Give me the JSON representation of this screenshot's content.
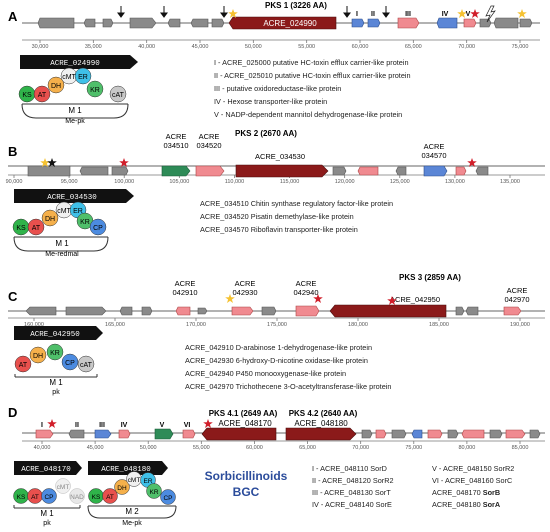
{
  "panels": [
    {
      "letter": "A",
      "title": "PKS 1 (3226 AA)",
      "pks_label": "ACRE_024990",
      "ticks": [
        "30,000",
        "35,000",
        "40,000",
        "45,000",
        "50,000",
        "55,000",
        "60,000",
        "65,000",
        "70,000",
        "75,000"
      ],
      "roman": [
        "I",
        "II",
        "III",
        "IV",
        "V"
      ],
      "domain_header": "ACRE_024990",
      "domains": [
        "KS",
        "AT",
        "DH",
        "cMT",
        "ER",
        "KR",
        "cAT"
      ],
      "module": "M 1",
      "module_sub": "Me-pk",
      "annotations": [
        "I - ACRE_025000 putative HC-toxin efflux carrier-like protein",
        "II - ACRE_025010 putative HC-toxin efflux carrier-like protein",
        "III - putative oxidoreductase-like protein",
        "IV - Hexose transporter-like protein",
        "V - NADP-dependent mannitol dehydrogenase-like protein"
      ]
    },
    {
      "letter": "B",
      "title": "PKS 2 (2670 AA)",
      "labels": [
        [
          "ACRE",
          "034510"
        ],
        [
          "ACRE",
          "034520"
        ],
        [
          "ACRE_034530"
        ],
        [
          "ACRE",
          "034570"
        ]
      ],
      "ticks": [
        "90,000",
        "95,000",
        "100,000",
        "105,000",
        "110,000",
        "115,000",
        "120,000",
        "125,000",
        "130,000",
        "135,000"
      ],
      "domain_header": "ACRE_034530",
      "domains": [
        "KS",
        "AT",
        "DH",
        "cMT",
        "ER",
        "KR",
        "CP"
      ],
      "module": "M 1",
      "module_sub": "Me-redmal",
      "annotations": [
        "ACRE_034510 Chitin synthase regulatory factor-like protein",
        "ACRE_034520 Pisatin demethylase-like protein",
        "ACRE_034570 Riboflavin transporter-like protein"
      ]
    },
    {
      "letter": "C",
      "title": "PKS 3 (2859 AA)",
      "labels": [
        [
          "ACRE",
          "042910"
        ],
        [
          "ACRE",
          "042930"
        ],
        [
          "ACRE",
          "042940"
        ],
        [
          "ACRE_042950"
        ],
        [
          "ACRE",
          "042970"
        ]
      ],
      "ticks": [
        "160,000",
        "165,000",
        "170,000",
        "175,000",
        "180,000",
        "185,000",
        "190,000"
      ],
      "domain_header": "ACRE_042950",
      "domains": [
        "AT",
        "DH",
        "KR",
        "CP",
        "cAT"
      ],
      "module": "M 1",
      "module_sub": "pk",
      "annotations": [
        "ACRE_042910 D-arabinose 1-dehydrogenase-like protein",
        "ACRE_042930 6-hydroxy-D-nicotine oxidase-like protein",
        "ACRE_042940 P450 monooxygenase-like protein",
        "ACRE_042970 Trichothecene 3-O-acetyltransferase-like protein"
      ]
    },
    {
      "letter": "D",
      "title1": "PKS 4.1 (2649 AA)",
      "title2": "PKS 4.2 (2640 AA)",
      "pks1_label": "ACRE_048170",
      "pks2_label": "ACRE_048180",
      "ticks": [
        "40,000",
        "45,000",
        "50,000",
        "55,000",
        "60,000",
        "65,000",
        "70,000",
        "75,000",
        "80,000",
        "85,000"
      ],
      "roman": [
        "I",
        "II",
        "III",
        "IV",
        "V",
        "VI"
      ],
      "domain_header1": "ACRE_048170",
      "domain_header2": "ACRE_048180",
      "domains1": [
        "KS",
        "AT",
        "CP",
        "cMT",
        "NAD"
      ],
      "domains2": [
        "KS",
        "AT",
        "DH",
        "cMT",
        "ER",
        "KR",
        "CP"
      ],
      "module1": "M 1",
      "module1_sub": "pk",
      "module2": "M 2",
      "module2_sub": "Me-pk",
      "bgc_line1": "Sorbicillinoids",
      "bgc_line2": "BGC",
      "legend_left": [
        "I - ACRE_048110 SorD",
        "II - ACRE_048120 SorR2",
        "III - ACRE_048130 SorT",
        "IV - ACRE_048140 SorE"
      ],
      "legend_right": [
        {
          "text": "V - ACRE_048150 SorR2",
          "bold": ""
        },
        {
          "text": "VI - ACRE_048160 SorC",
          "bold": ""
        },
        {
          "text": "ACRE_048170 ",
          "bold": "SorB"
        },
        {
          "text": "ACRE_048180 ",
          "bold": "SorA"
        }
      ]
    }
  ],
  "colors": {
    "gray": "#8a8a8a",
    "pink": "#f08a90",
    "darkred": "#8b1a1a",
    "blue": "#5b86d6",
    "green": "#2e8b57",
    "star_red": "#d11f2b",
    "star_yellow": "#f5c232",
    "bgc_text": "#2b4c9b",
    "dom_KS": "#2fb34a",
    "dom_AT": "#e8504d",
    "dom_DH": "#f5b04b",
    "dom_cMT": "#f0f0f0",
    "dom_ER": "#3fc0e8",
    "dom_KR": "#4fbf6a",
    "dom_CP": "#4c8be0",
    "dom_cAT": "#c8c8c8",
    "dom_NAD": "#e8e8e8"
  }
}
